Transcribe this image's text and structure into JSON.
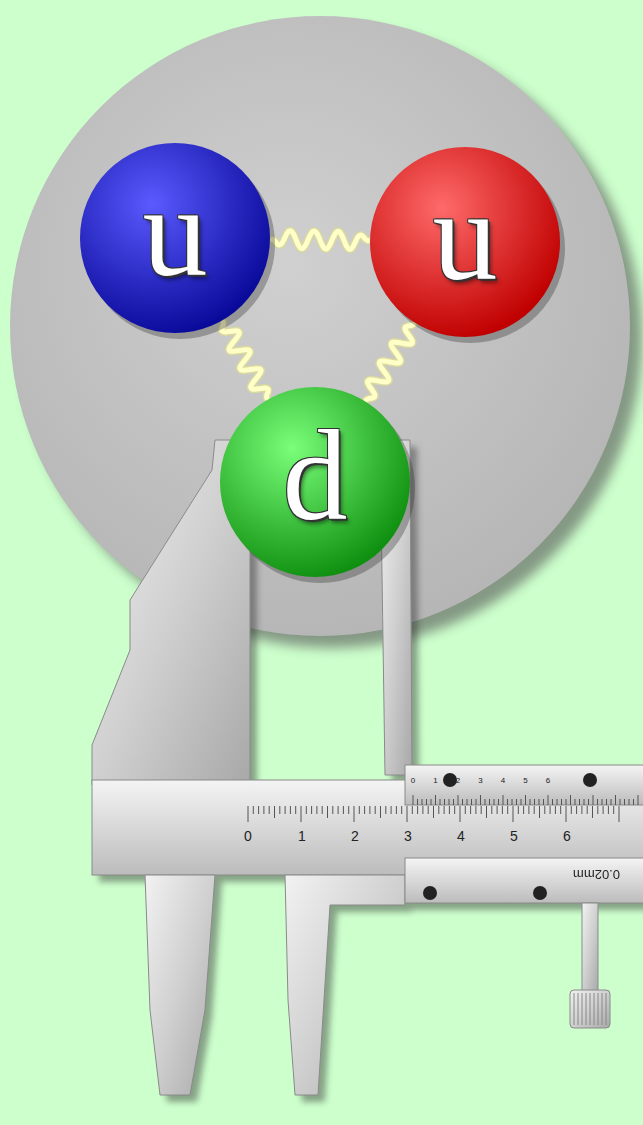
{
  "diagram": {
    "nodes": [
      {
        "text": [
          "u"
        ]
      },
      {
        "text": [
          "u"
        ]
      },
      {
        "text": [
          "d"
        ]
      }
    ],
    "edges": [
      {
        "from": 0,
        "to": 1,
        "arrow": "none"
      },
      {
        "from": 0,
        "to": 2,
        "arrow": "none"
      },
      {
        "from": 1,
        "to": 2,
        "arrow": "none"
      }
    ],
    "labels": [
      "0",
      "1",
      "2",
      "3",
      "4",
      "5",
      "6",
      "0",
      "1",
      "2",
      "3",
      "4",
      "5",
      "6",
      "0.02mm"
    ]
  }
}
